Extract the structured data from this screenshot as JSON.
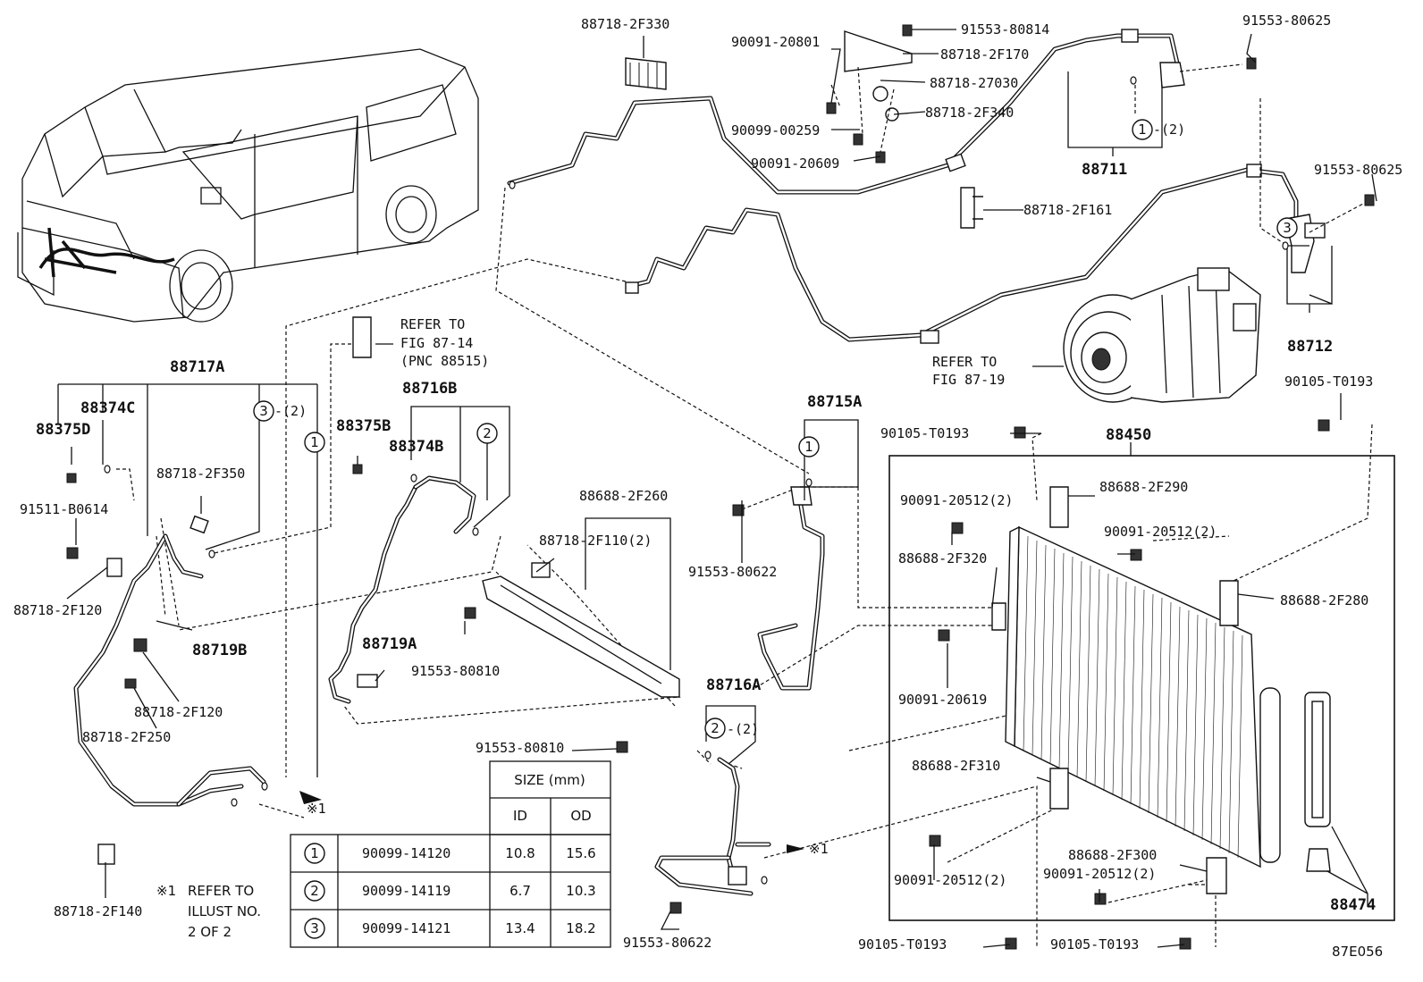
{
  "diagram_code": "87E056",
  "labels": {
    "p88718_2F330": "88718-2F330",
    "p90091_20801": "90091-20801",
    "p91553_80814": "91553-80814",
    "p88718_2F170": "88718-2F170",
    "p88718_27030": "88718-27030",
    "p90099_00259": "90099-00259",
    "p88718_2F340": "88718-2F340",
    "p90091_20609": "90091-20609",
    "p91553_80625_a": "91553-80625",
    "p91553_80625_b": "91553-80625",
    "p88711": "88711",
    "p88711_tag": "-(2)",
    "p88718_2F161": "88718-2F161",
    "p88712": "88712",
    "refer_fig_87_19_a": "REFER TO",
    "refer_fig_87_19_b": "FIG 87-19",
    "p90105_T0193_a": "90105-T0193",
    "p90105_T0193_b": "90105-T0193",
    "p88450": "88450",
    "p88715A": "88715A",
    "p91553_80622_a": "91553-80622",
    "p88688_2F290": "88688-2F290",
    "p90091_20512_a": "90091-20512(2)",
    "p90091_20512_b": "90091-20512(2)",
    "p88688_2F320": "88688-2F320",
    "p88688_2F280": "88688-2F280",
    "p90091_20619": "90091-20619",
    "p88688_2F310": "88688-2F310",
    "p90091_20512_c": "90091-20512(2)",
    "p88688_2F300": "88688-2F300",
    "p90091_20512_d": "90091-20512(2)",
    "p90105_T0193_c": "90105-T0193",
    "p90105_T0193_d": "90105-T0193",
    "p88474": "88474",
    "p88716A": "88716A",
    "p88716A_tag": "-(2)",
    "p91553_80622_b": "91553-80622",
    "p91553_80810_a": "91553-80810",
    "p91553_80810_b": "91553-80810",
    "p88688_2F260": "88688-2F260",
    "p88718_2F110": "88718-2F110(2)",
    "p88719A": "88719A",
    "p88716B": "88716B",
    "p88375B": "88375B",
    "p88374B": "88374B",
    "refer_fig_87_14_a": "REFER TO",
    "refer_fig_87_14_b": "FIG 87-14",
    "refer_fig_87_14_c": "(PNC 88515)",
    "p88717A": "88717A",
    "p88374C": "88374C",
    "p88375D": "88375D",
    "p88717A_tag": "-(2)",
    "p88718_2F350": "88718-2F350",
    "p91511_B0614": "91511-B0614",
    "p88718_2F120_a": "88718-2F120",
    "p88719B": "88719B",
    "p88718_2F120_b": "88718-2F120",
    "p88718_2F250": "88718-2F250",
    "p88718_2F140": "88718-2F140",
    "ref_mark_1": "※1",
    "ref_mark_2": "※1",
    "note_mark": "※1",
    "note_line1": "REFER TO",
    "note_line2": "ILLUST NO.",
    "note_line3": "2 OF 2"
  },
  "circle_markers": {
    "c1": "1",
    "c2": "2",
    "c3": "3"
  },
  "size_table": {
    "title": "SIZE (mm)",
    "col_id": "ID",
    "col_od": "OD",
    "rows": [
      {
        "mark": "1",
        "part": "90099-14120",
        "id": "10.8",
        "od": "15.6"
      },
      {
        "mark": "2",
        "part": "90099-14119",
        "id": "6.7",
        "od": "10.3"
      },
      {
        "mark": "3",
        "part": "90099-14121",
        "id": "13.4",
        "od": "18.2"
      }
    ]
  }
}
